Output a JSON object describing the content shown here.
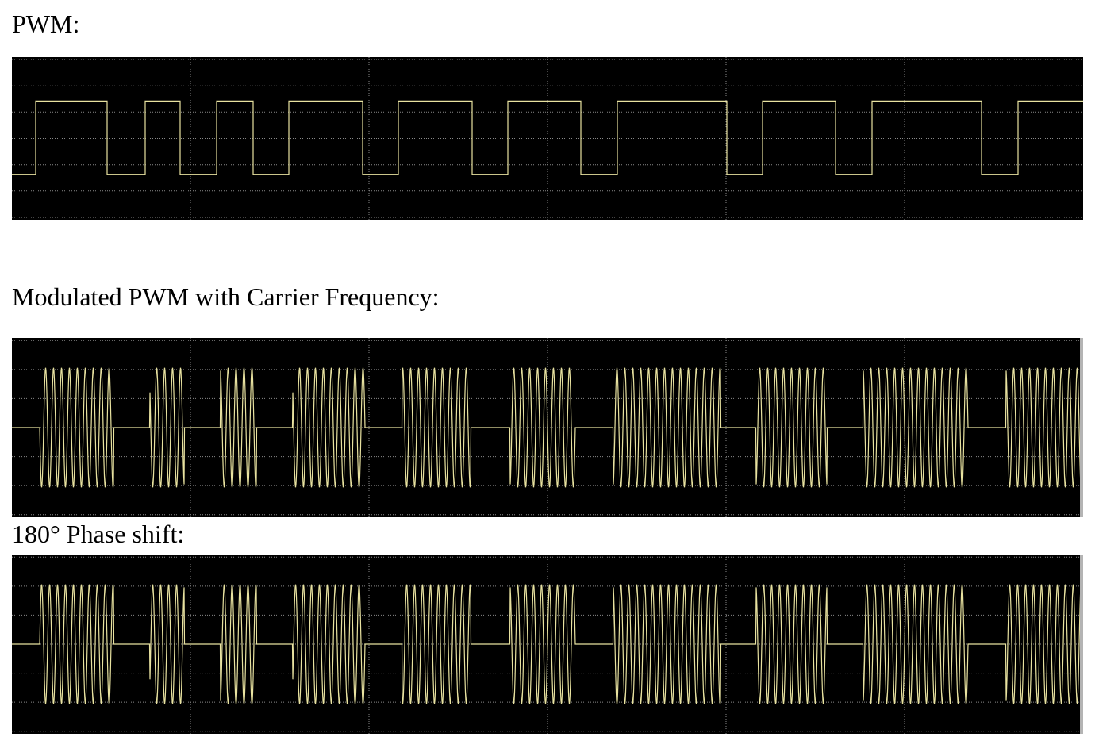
{
  "colors": {
    "background": "#000000",
    "trace": "#e8e2a0",
    "grid": "#8a8a8a",
    "border": "#b4b4b4"
  },
  "chart_data": [
    {
      "type": "line",
      "title": "PWM:",
      "xlabel": "",
      "ylabel": "",
      "xlim": [
        0,
        1350
      ],
      "ylim": [
        -0.62,
        1.6
      ],
      "grid": true,
      "signal": "square",
      "levels": [
        0,
        1
      ],
      "pulses": [
        [
          30,
          120
        ],
        [
          168,
          212
        ],
        [
          258,
          304
        ],
        [
          349,
          442
        ],
        [
          487,
          580
        ],
        [
          625,
          717
        ],
        [
          763,
          901
        ],
        [
          946,
          1038
        ],
        [
          1084,
          1222
        ],
        [
          1268,
          1350
        ]
      ]
    },
    {
      "type": "line",
      "title": "Modulated PWM with Carrier Frequency:",
      "xlabel": "",
      "ylabel": "",
      "xlim": [
        0,
        1350
      ],
      "ylim": [
        -1.5,
        1.5
      ],
      "grid": true,
      "signal": "modulated",
      "amplitude": 1,
      "carrier_period": 10,
      "carrier_phase_deg": 0,
      "bursts": [
        [
          35,
          128
        ],
        [
          174,
          217
        ],
        [
          263,
          308
        ],
        [
          354,
          445
        ],
        [
          492,
          578
        ],
        [
          628,
          710
        ],
        [
          758,
          893
        ],
        [
          938,
          1027
        ],
        [
          1073,
          1205
        ],
        [
          1253,
          1347
        ]
      ]
    },
    {
      "type": "line",
      "title": "180° Phase shift:",
      "xlabel": "",
      "ylabel": "",
      "xlim": [
        0,
        1350
      ],
      "ylim": [
        -1.5,
        1.5
      ],
      "grid": true,
      "signal": "modulated",
      "amplitude": 1,
      "carrier_period": 10,
      "carrier_phase_deg": 180,
      "bursts": [
        [
          35,
          128
        ],
        [
          174,
          217
        ],
        [
          263,
          308
        ],
        [
          354,
          445
        ],
        [
          492,
          578
        ],
        [
          628,
          710
        ],
        [
          758,
          893
        ],
        [
          938,
          1027
        ],
        [
          1073,
          1205
        ],
        [
          1253,
          1347
        ]
      ]
    }
  ]
}
